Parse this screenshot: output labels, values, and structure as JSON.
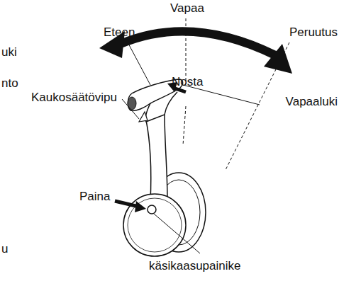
{
  "diagram": {
    "labels": [
      "Vapaa",
      "Eteen",
      "Peruutus",
      "uki",
      "nto",
      "Kaukosäätövipu",
      "Nosta",
      "Vapaaluki",
      "Paina",
      "u",
      "käsikaasupainike"
    ]
  }
}
